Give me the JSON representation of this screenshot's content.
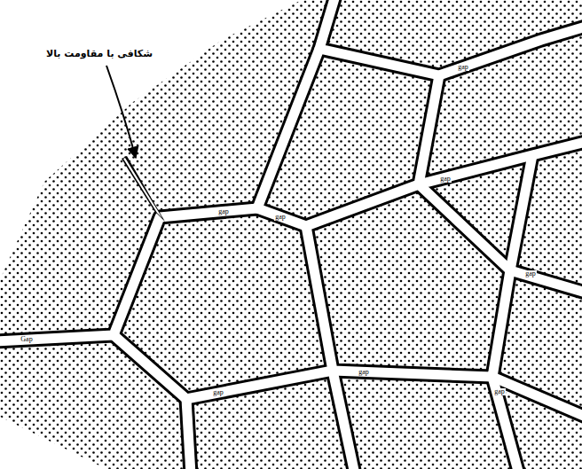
{
  "diagram": {
    "labels": [
      "شکافی با مقاومت بالا",
      "gap",
      "gap",
      "gap",
      "gap",
      "gap",
      "Gap",
      "gap",
      "gap",
      "gap"
    ]
  }
}
